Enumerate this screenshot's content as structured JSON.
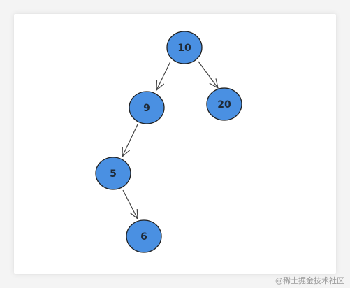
{
  "diagram": {
    "type": "binary-tree",
    "node_fill": "#4a90e2",
    "node_stroke": "#222222",
    "edge_color": "#444444",
    "nodes": [
      {
        "id": "n10",
        "label": "10"
      },
      {
        "id": "n9",
        "label": "9"
      },
      {
        "id": "n20",
        "label": "20"
      },
      {
        "id": "n5",
        "label": "5"
      },
      {
        "id": "n6",
        "label": "6"
      }
    ],
    "edges": [
      {
        "from": "n10",
        "to": "n9"
      },
      {
        "from": "n10",
        "to": "n20"
      },
      {
        "from": "n9",
        "to": "n5"
      },
      {
        "from": "n5",
        "to": "n6"
      }
    ]
  },
  "watermark": "@稀土掘金技术社区"
}
